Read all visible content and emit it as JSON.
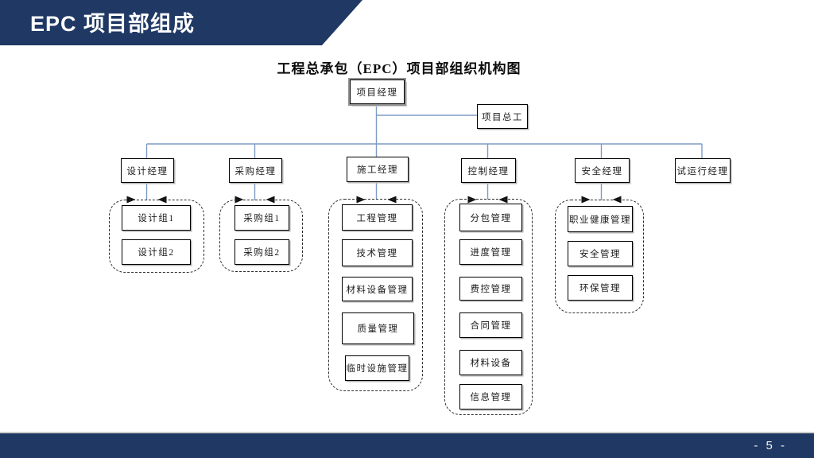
{
  "header": {
    "title": "EPC 项目部组成"
  },
  "footer": {
    "page_number": "- 5 -"
  },
  "diagram": {
    "title": "工程总承包（EPC）项目部组织机构图",
    "nodes": {
      "root": "项目经理",
      "chief": "项目总工",
      "managers": [
        "设计经理",
        "采购经理",
        "施工经理",
        "控制经理",
        "安全经理",
        "试运行经理"
      ],
      "design_children": [
        "设计组1",
        "设计组2"
      ],
      "procurement_children": [
        "采购组1",
        "采购组2"
      ],
      "construction_children": [
        "工程管理",
        "技术管理",
        "材料设备管理",
        "质量管理",
        "临时设施管理"
      ],
      "control_children": [
        "分包管理",
        "进度管理",
        "费控管理",
        "合同管理",
        "材料设备",
        "信息管理"
      ],
      "safety_children": [
        "职业健康管理",
        "安全管理",
        "环保管理"
      ]
    }
  },
  "colors": {
    "accent_navy": "#1f3864",
    "connector_blue": "#7e9bc4",
    "box_border": "#000000",
    "dashed_group_border": "#2b2b2b"
  }
}
